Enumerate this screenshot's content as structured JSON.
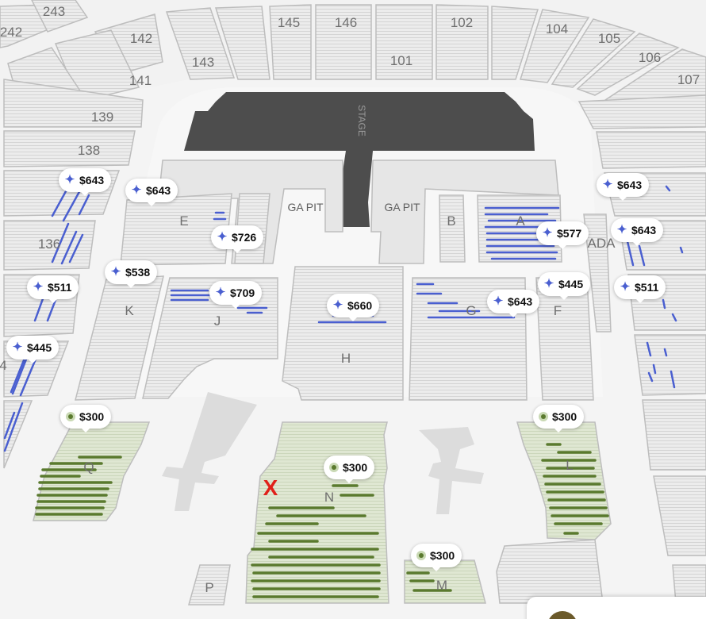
{
  "map": {
    "stage_label": "STAGE",
    "ga_pit_labels": [
      "GA PIT",
      "GA PIT"
    ],
    "upper_sections": [
      "243",
      "242",
      "142",
      "143",
      "145",
      "146",
      "102",
      "101",
      "104",
      "105",
      "106",
      "107",
      "141",
      "139",
      "138",
      "136"
    ],
    "floor_sections": [
      "E",
      "B",
      "A",
      "ADA",
      "K",
      "J",
      "H",
      "G",
      "F",
      "Q",
      "N",
      "L",
      "M",
      "P"
    ],
    "partial_label": "4"
  },
  "pins": [
    {
      "price": "$643",
      "icon": "sparkle-icon",
      "type": "premium"
    },
    {
      "price": "$643",
      "icon": "sparkle-icon",
      "type": "premium"
    },
    {
      "price": "$726",
      "icon": "sparkle-icon",
      "type": "premium"
    },
    {
      "price": "$643",
      "icon": "sparkle-icon",
      "type": "premium"
    },
    {
      "price": "$577",
      "icon": "sparkle-icon",
      "type": "premium"
    },
    {
      "price": "$643",
      "icon": "sparkle-icon",
      "type": "premium"
    },
    {
      "price": "$538",
      "icon": "sparkle-icon",
      "type": "premium"
    },
    {
      "price": "$511",
      "icon": "sparkle-icon",
      "type": "premium"
    },
    {
      "price": "$709",
      "icon": "sparkle-icon",
      "type": "premium"
    },
    {
      "price": "$660",
      "icon": "sparkle-icon",
      "type": "premium"
    },
    {
      "price": "$445",
      "icon": "sparkle-icon",
      "type": "premium"
    },
    {
      "price": "$643",
      "icon": "sparkle-icon",
      "type": "premium"
    },
    {
      "price": "$511",
      "icon": "sparkle-icon",
      "type": "premium"
    },
    {
      "price": "$445",
      "icon": "sparkle-icon",
      "type": "premium"
    },
    {
      "price": "$300",
      "icon": "dot-icon",
      "type": "standard"
    },
    {
      "price": "$300",
      "icon": "dot-icon",
      "type": "standard"
    },
    {
      "price": "$300",
      "icon": "dot-icon",
      "type": "standard"
    },
    {
      "price": "$300",
      "icon": "dot-icon",
      "type": "standard"
    }
  ],
  "marker": {
    "label": "X",
    "color": "#e0201a"
  },
  "colors": {
    "section_fill": "#ececec",
    "section_stroke": "#bdbdbd",
    "stage": "#4d4d4d",
    "premium_rows": "#4a5fd0",
    "available_rows": "#5a7a2e",
    "available_fill": "#dfe7d2"
  }
}
